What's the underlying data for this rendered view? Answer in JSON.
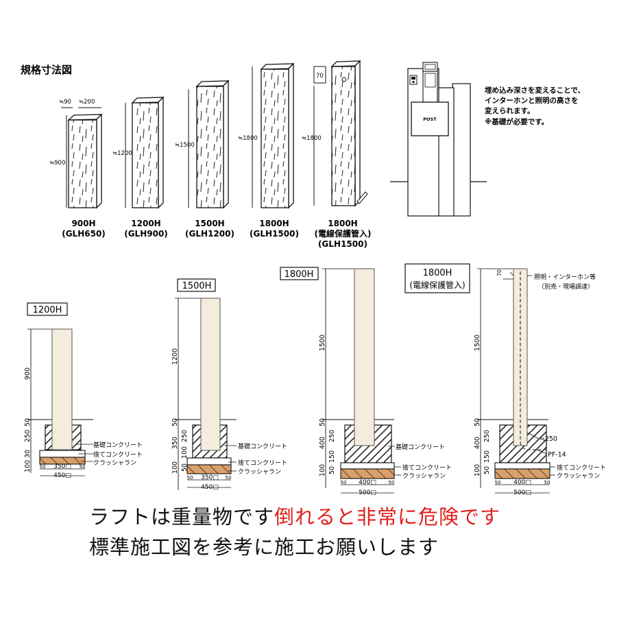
{
  "section_title": "規格寸法図",
  "posts": [
    {
      "width_label": "≒90",
      "depth_label": "≒200",
      "height_label": "≒900",
      "name": "900H",
      "code": "(GLH650)"
    },
    {
      "height_label": "≒1200",
      "name": "1200H",
      "code": "(GLH900)"
    },
    {
      "height_label": "≒1500",
      "name": "1500H",
      "code": "(GLH1200)"
    },
    {
      "height_label": "≒1800",
      "name": "1800H",
      "code": "(GLH1500)"
    },
    {
      "height_label": "≒1800",
      "top_label": "70",
      "name": "1800H",
      "sub": "(電線保護管入)",
      "code": "(GLH1500)"
    }
  ],
  "illustration": {
    "post_label": "POST",
    "note_lines": [
      "埋め込み深さを変えることで、",
      "インターホンと照明の高さを",
      "変えられます。",
      "※基礎が必要です。"
    ]
  },
  "sections": [
    {
      "title": "1200H",
      "above_ground": "900",
      "gl": "50",
      "embed": "250",
      "lean": "30",
      "crusher": "100",
      "inner_width": "350□",
      "outer_width": "450□",
      "side": "50",
      "labels": [
        "基礎コンクリート",
        "捨てコンクリート",
        "クラッシャラン"
      ]
    },
    {
      "title": "1500H",
      "above_ground": "1200",
      "gl": "50",
      "embed_total": "350",
      "embed": "250",
      "lean": "100",
      "crusher": "100",
      "crusher2": "50",
      "inner_width": "350□",
      "outer_width": "450□",
      "side": "50",
      "labels": [
        "基礎コンクリート",
        "捨てコンクリート",
        "クラッシャラン"
      ]
    },
    {
      "title": "1800H",
      "above_ground": "1500",
      "gl": "50",
      "embed_total": "400",
      "embed": "250",
      "lean": "150",
      "crusher": "100",
      "crusher2": "50",
      "inner_width": "400□",
      "outer_width": "500□",
      "side": "50",
      "labels": [
        "基礎コンクリート",
        "捨てコンクリート",
        "クラッシャラン"
      ]
    },
    {
      "title": "1800H",
      "subtitle": "(電線保護管入)",
      "above_ground": "1500",
      "top_dim": "70",
      "gl": "50",
      "embed_total": "400",
      "embed": "250",
      "lean": "150",
      "crusher": "100",
      "crusher2": "50",
      "inner_width": "400□",
      "outer_width": "500□",
      "side": "50",
      "top_note": "照明・インターホン等",
      "top_note2": "（別売・現場調達）",
      "pipe_dim": "≒250",
      "pipe_name": "PF-14",
      "labels": [
        "捨てコンクリート",
        "クラッシャラン"
      ]
    }
  ],
  "notice": {
    "line1_normal": "ラフトは重量物です",
    "line1_warn": "倒れると非常に危険です",
    "line2": "標準施工図を参考に施工お願いします"
  }
}
